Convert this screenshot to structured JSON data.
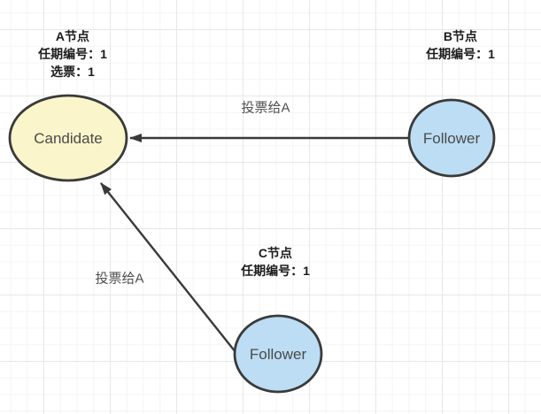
{
  "diagram": {
    "nodes": [
      {
        "id": "A",
        "info_lines": [
          "A节点",
          "任期编号：1",
          "选票：1"
        ],
        "shape_label": "Candidate",
        "fill": "#FBF5CB"
      },
      {
        "id": "B",
        "info_lines": [
          "B节点",
          "任期编号：1"
        ],
        "shape_label": "Follower",
        "fill": "#BCDDF4"
      },
      {
        "id": "C",
        "info_lines": [
          "C节点",
          "任期编号：1"
        ],
        "shape_label": "Follower",
        "fill": "#BCDDF4"
      }
    ],
    "edges": [
      {
        "from": "B",
        "to": "A",
        "label": "投票给A"
      },
      {
        "from": "C",
        "to": "A",
        "label": "投票给A"
      }
    ],
    "colors": {
      "stroke": "#3A3A3A",
      "candidate_fill": "#FBF5CB",
      "follower_fill": "#BCDDF4"
    }
  }
}
